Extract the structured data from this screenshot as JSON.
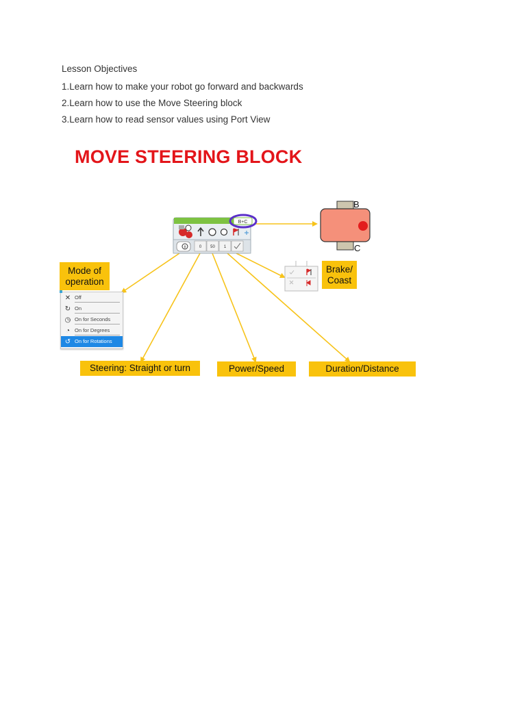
{
  "lesson": {
    "heading": "Lesson Objectives",
    "objectives": [
      "1.Learn how to make your robot go forward and backwards",
      "2.Learn how to use the Move Steering block",
      "3.Learn how to read sensor values using Port View"
    ]
  },
  "title": "MOVE STEERING BLOCK",
  "block": {
    "port": "B+C",
    "steering_value": "0",
    "power_value": "50",
    "duration_value": "1",
    "mode_badge": "8"
  },
  "robot": {
    "port_top": "B",
    "port_bottom": "C"
  },
  "labels": {
    "mode": "Mode of operation",
    "brake": "Brake/ Coast",
    "steering": "Steering: Straight or turn",
    "power": "Power/Speed",
    "duration": "Duration/Distance"
  },
  "mode_menu": {
    "items": [
      {
        "icon": "x-icon",
        "label": "Off"
      },
      {
        "icon": "on-icon",
        "label": "On"
      },
      {
        "icon": "timer-icon",
        "label": "On for Seconds"
      },
      {
        "icon": "degrees-icon",
        "label": "On for Degrees"
      },
      {
        "icon": "rotations-icon",
        "label": "On for Rotations"
      }
    ],
    "selected": "On for Rotations"
  },
  "colors": {
    "title_red": "#e3151a",
    "label_yellow": "#f9c20c",
    "arrow": "#f7c31a",
    "robot_body": "#f5907a",
    "selection_blue": "#1e88e5",
    "block_green": "#7dc242"
  }
}
